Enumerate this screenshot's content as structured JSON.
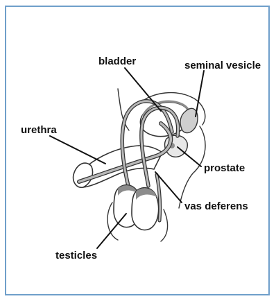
{
  "colors": {
    "border": "#6f9fca",
    "outline": "#333333",
    "tube_fill": "#b8b8b8",
    "organ_fill": "#8c8c8c",
    "text": "#111111"
  },
  "labels": {
    "bladder": "bladder",
    "seminal_vesicle": "seminal vesicle",
    "urethra": "urethra",
    "prostate": "prostate",
    "vas_deferens": "vas deferens",
    "testicles": "testicles"
  }
}
